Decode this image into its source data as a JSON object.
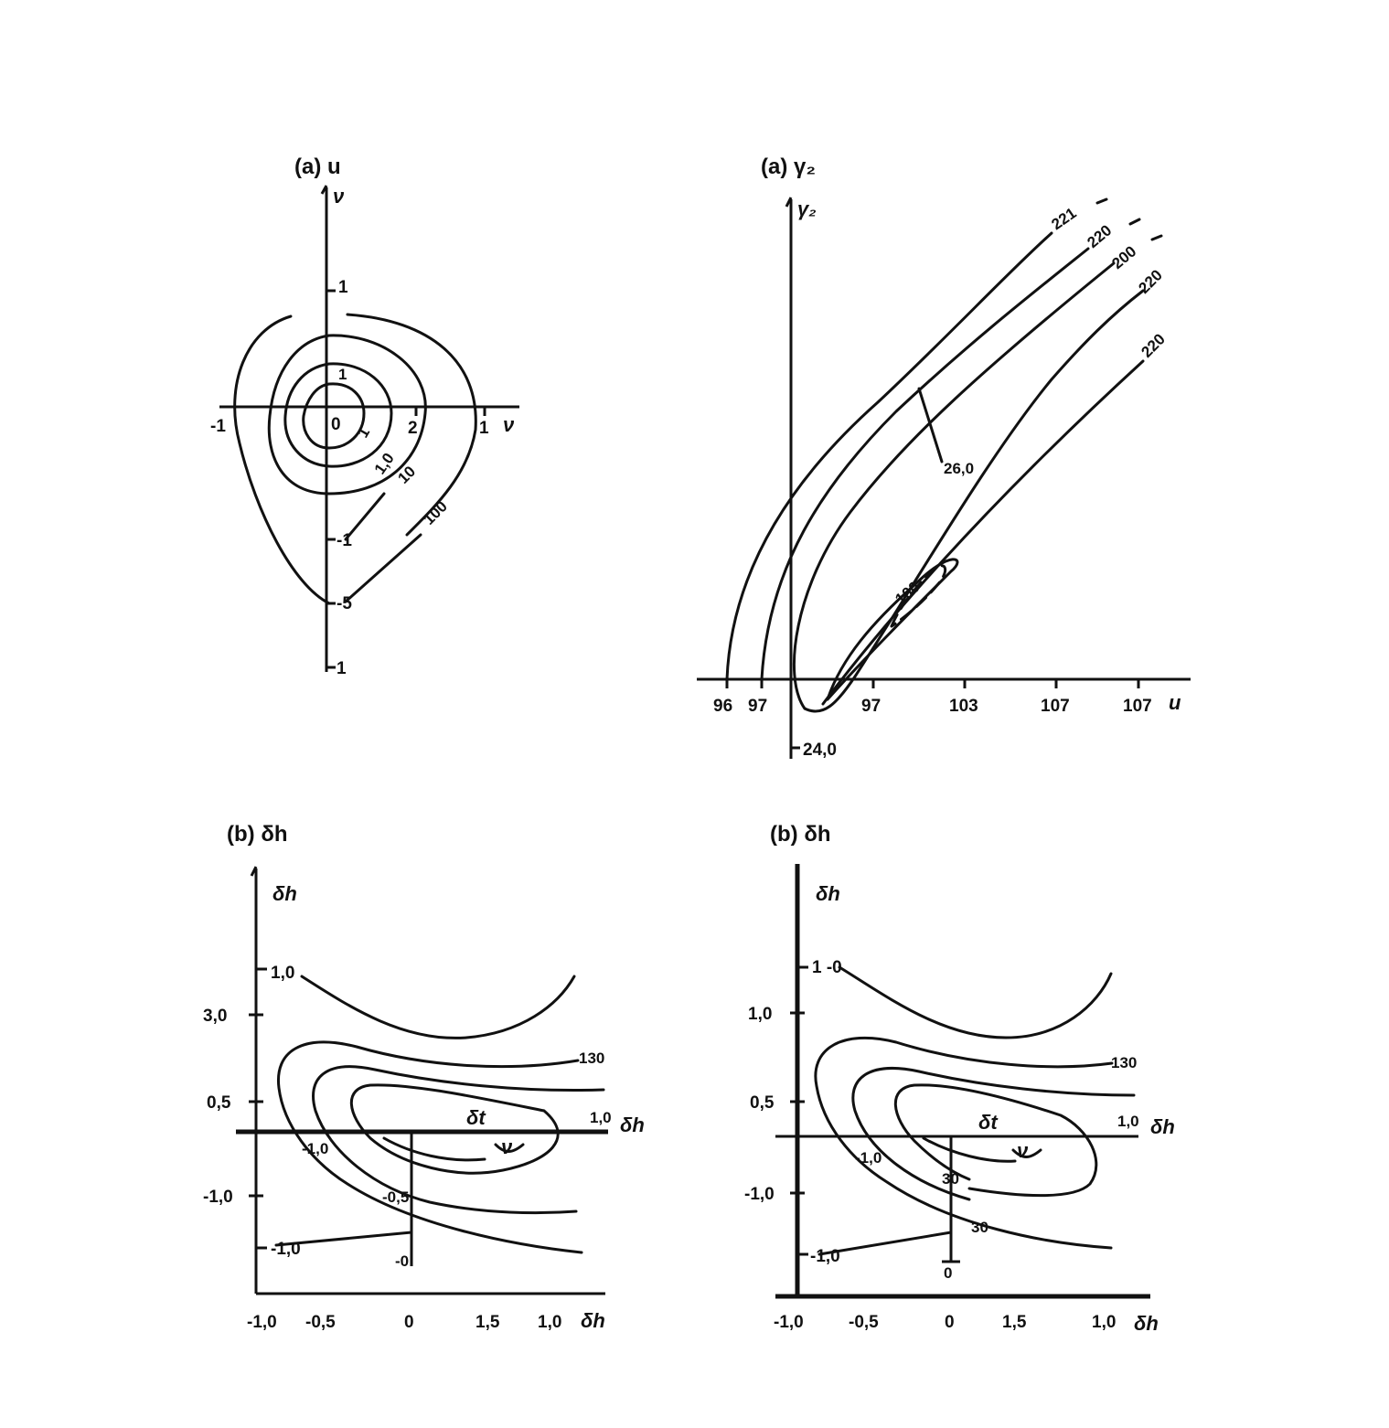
{
  "panels": [
    {
      "title": "(a) u",
      "axis_labels": [
        "ν",
        "ν"
      ],
      "tick_labels": [
        "1",
        "-1",
        "0",
        "2",
        "1",
        "-1",
        "-5",
        "1"
      ],
      "contour_labels": [
        "1",
        "1",
        "1,0",
        "10",
        "100"
      ]
    },
    {
      "title": "(a) γ₂",
      "axis_labels": [
        "γ₂",
        "u"
      ],
      "tick_labels": [
        "96",
        "97",
        "97",
        "103",
        "107",
        "107",
        "24,0"
      ],
      "contour_labels": [
        "221",
        "220",
        "200",
        "220",
        "220",
        "26,0",
        "100"
      ]
    },
    {
      "title": "(b) δh",
      "axis_labels": [
        "δh",
        "δh",
        "δh"
      ],
      "tick_labels": [
        "1,0",
        "3,0",
        "0,5",
        "-1,0",
        "-1,0",
        "-1,0",
        "-0,5",
        "0",
        "1,5",
        "1,0"
      ],
      "contour_labels": [
        "-1,0",
        "-0,5",
        "-0",
        "130",
        "1,0",
        "δt",
        "ν"
      ]
    },
    {
      "title": "(b) δh",
      "axis_labels": [
        "δh",
        "δh",
        "δh"
      ],
      "tick_labels": [
        "1 -0",
        "1,0",
        "0,5",
        "-1,0",
        "-1,0",
        "-1,0",
        "-0,5",
        "0",
        "1,5",
        "1,0"
      ],
      "contour_labels": [
        "-1,0",
        "30",
        "30",
        "0",
        "130",
        "1,0",
        "δt",
        "ν"
      ]
    }
  ]
}
